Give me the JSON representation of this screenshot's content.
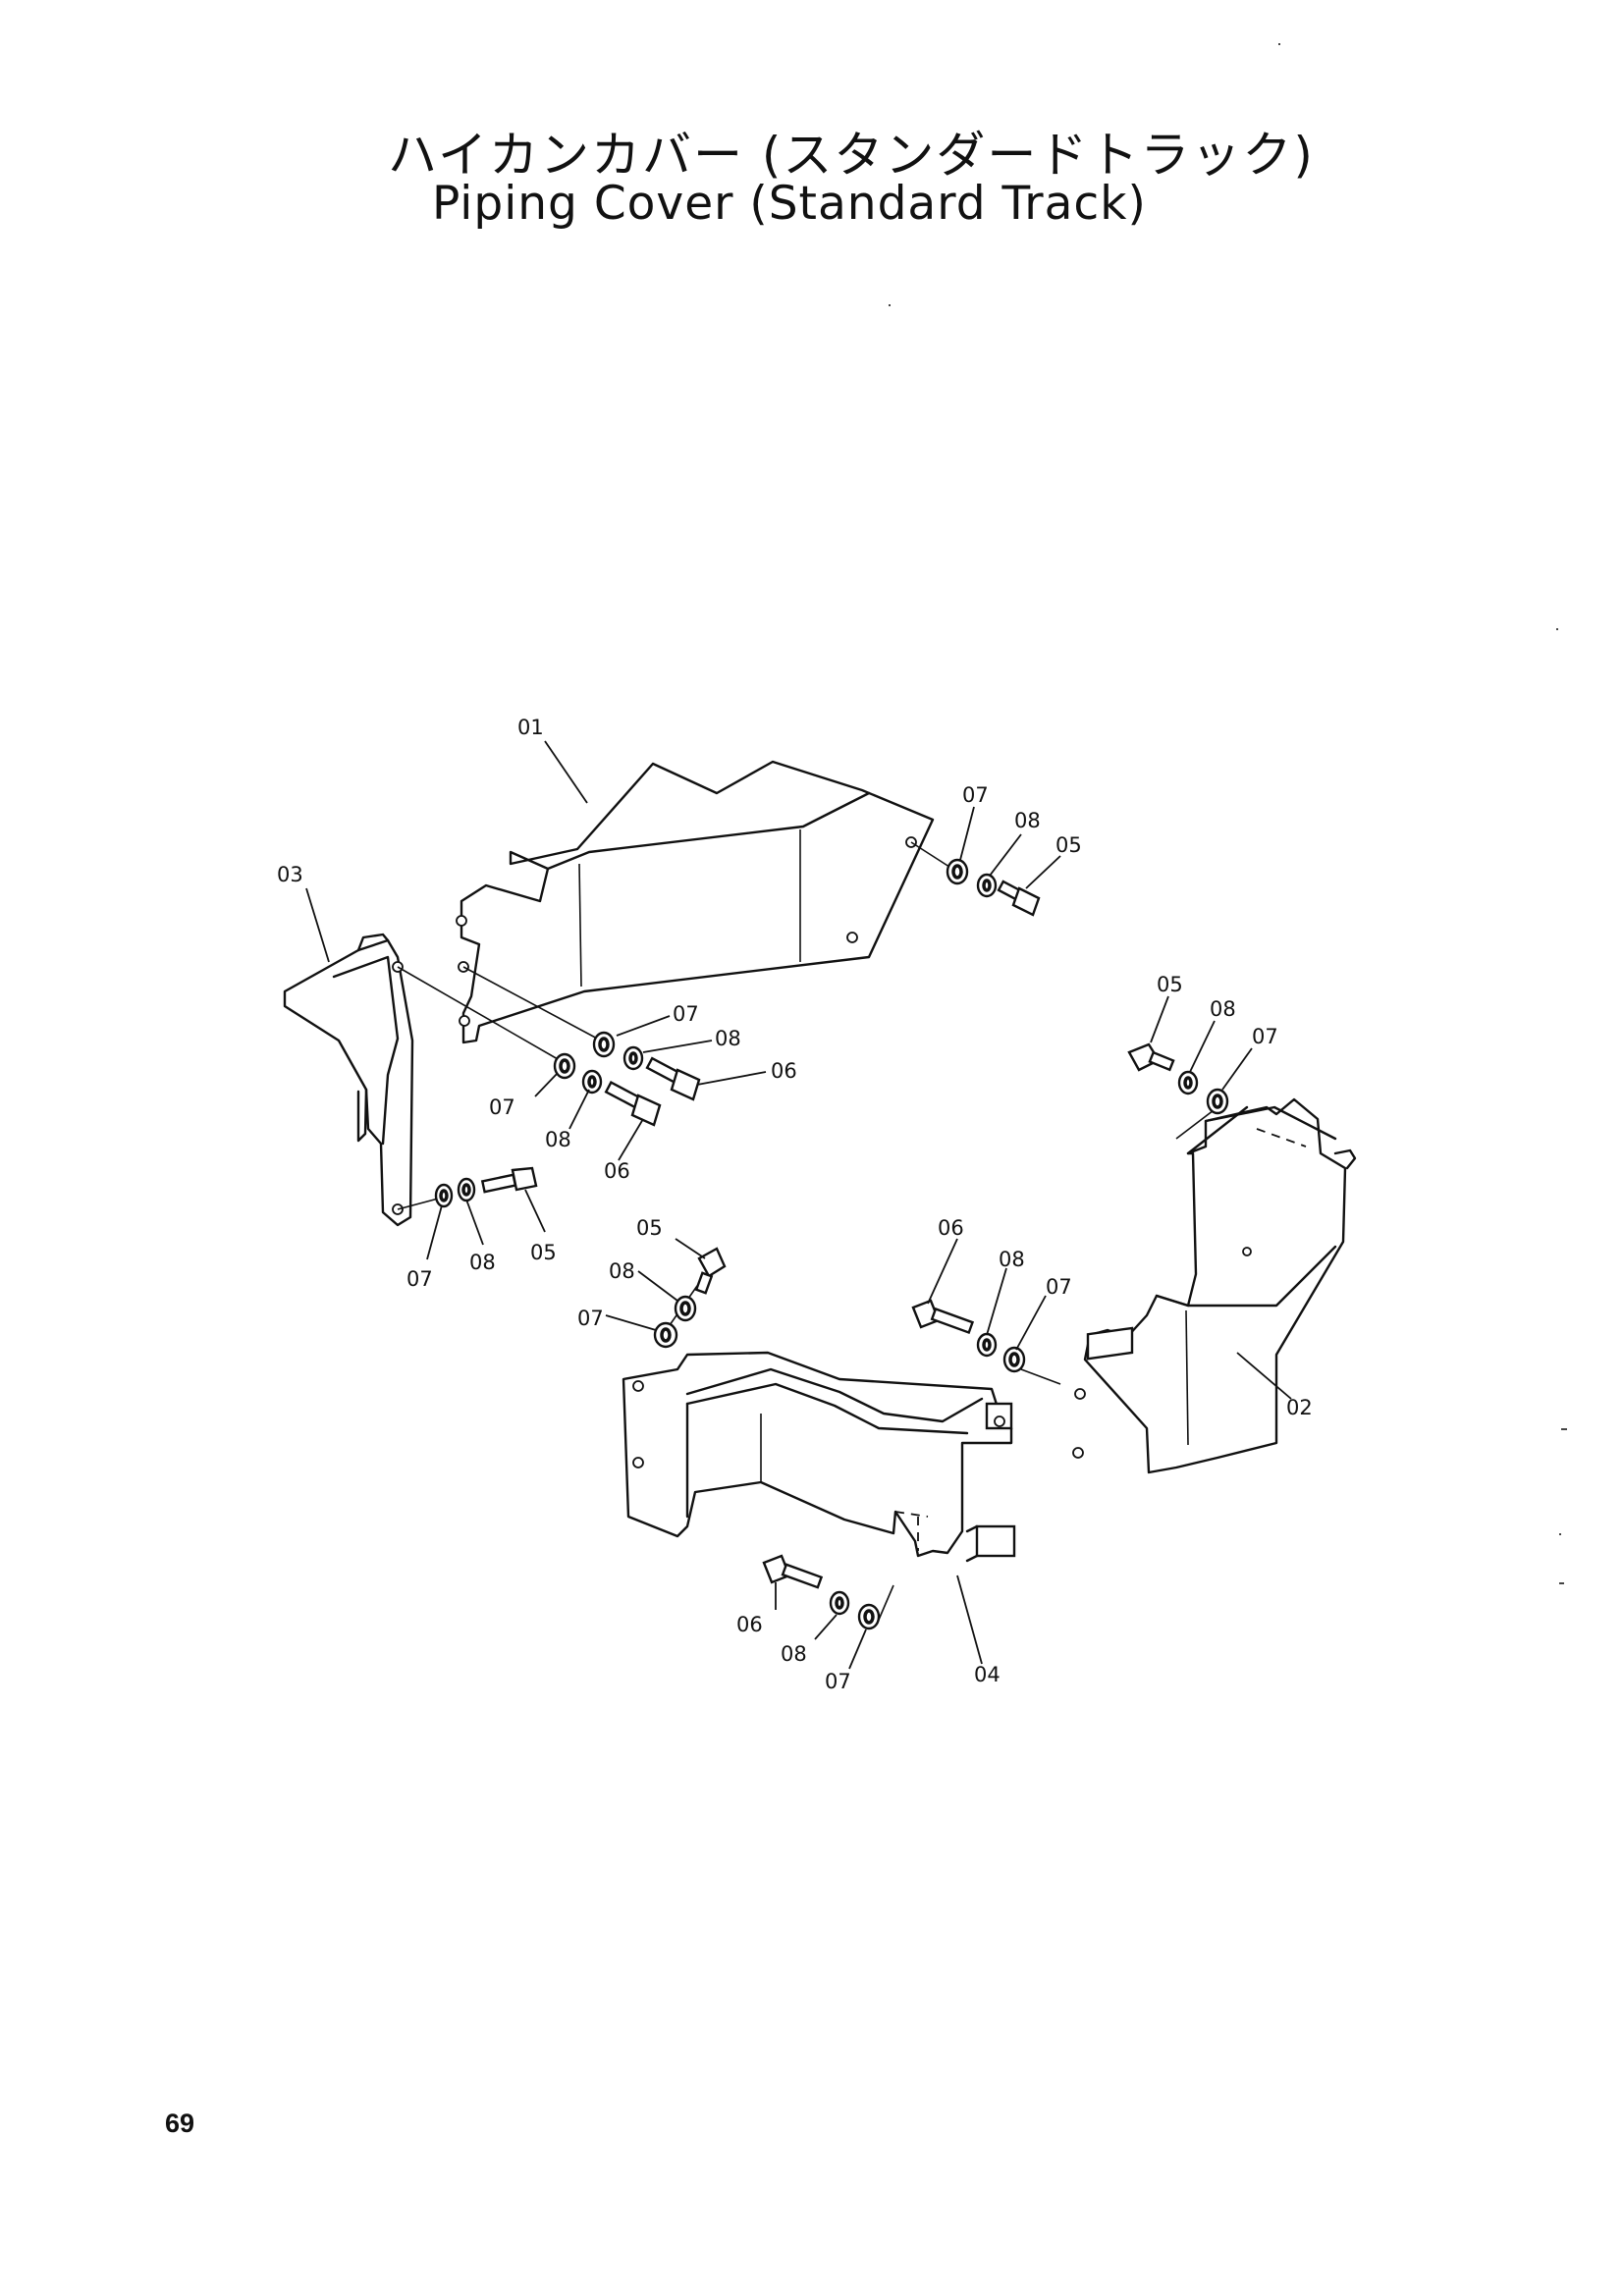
{
  "header": {
    "title_jp": "ハイカンカバー (スタンダードトラック)",
    "title_en": "Piping Cover (Standard Track)"
  },
  "footer": {
    "page_number": "69"
  },
  "callouts": {
    "c01": "01",
    "c02": "02",
    "c03": "03",
    "c04": "04",
    "c05": "05",
    "c06": "06",
    "c07": "07",
    "c08": "08"
  }
}
